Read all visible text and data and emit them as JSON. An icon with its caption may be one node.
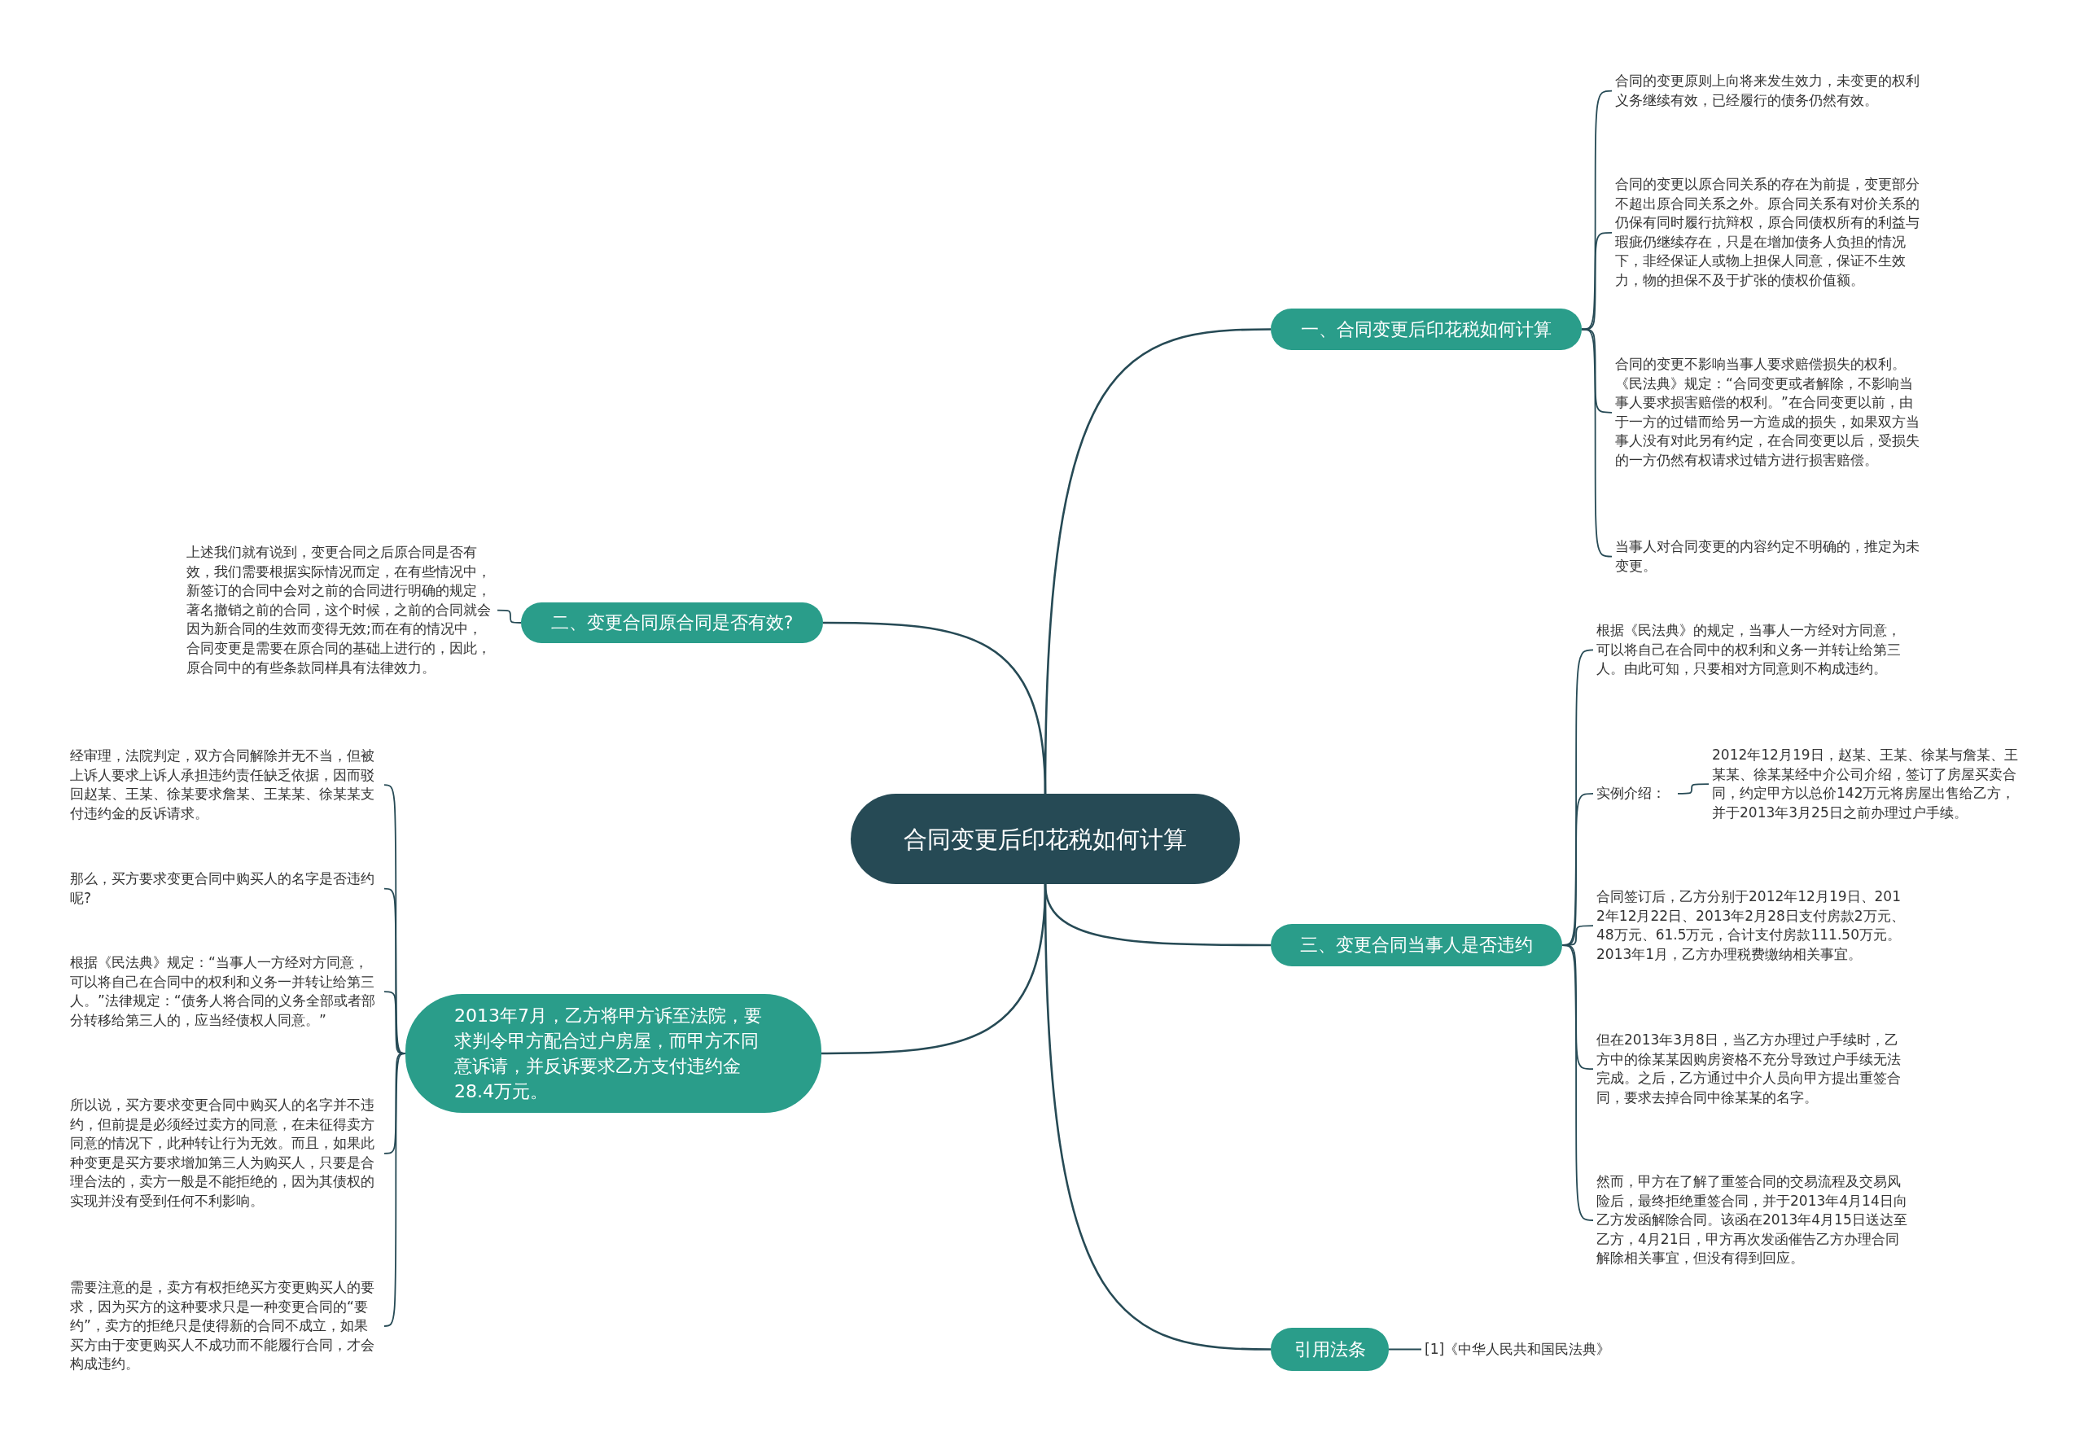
{
  "diagram": {
    "nodes": [
      {
        "text": [
          "合同变更后印花税如何计算"
        ]
      },
      {
        "text": [
          "一、合同变更后印花税如何计算"
        ]
      },
      {
        "text": [
          "合同的变更原则上向将来发生效力，未变更的权利义务继续有效，已经履行的债务仍然有效。"
        ]
      },
      {
        "text": [
          "合同的变更以原合同关系的存在为前提，变更部分不超出原合同关系之外。原合同关系有对价关系的仍保有同时履行抗辩权，原合同债权所有的利益与瑕疵仍继续存在，只是在增加债务人负担的情况下，非经保证人或物上担保人同意，保证不生效力，物的担保不及于扩张的债权价值额。"
        ]
      },
      {
        "text": [
          "合同的变更不影响当事人要求赔偿损失的权利。《民法典》规定：“合同变更或者解除，不影响当事人要求损害赔偿的权利。”在合同变更以前，由于一方的过错而给另一方造成的损失，如果双方当事人没有对此另有约定，在合同变更以后，受损失的一方仍然有权请求过错方进行损害赔偿。"
        ]
      },
      {
        "text": [
          "当事人对合同变更的内容约定不明确的，推定为未变更。"
        ]
      },
      {
        "text": [
          "二、变更合同原合同是否有效?"
        ]
      },
      {
        "text": [
          "上述我们就有说到，变更合同之后原合同是否有效，我们需要根据实际情况而定，在有些情况中，新签订的合同中会对之前的合同进行明确的规定，著名撤销之前的合同，这个时候，之前的合同就会因为新合同的生效而变得无效;而在有的情况中，合同变更是需要在原合同的基础上进行的，因此，原合同中的有些条款同样具有法律效力。"
        ]
      },
      {
        "text": [
          "三、变更合同当事人是否违约"
        ]
      },
      {
        "text": [
          "根据《民法典》的规定，当事人一方经对方同意，可以将自己在合同中的权利和义务一并转让给第三人。由此可知，只要相对方同意则不构成违约。"
        ]
      },
      {
        "text": [
          "实例介绍："
        ]
      },
      {
        "text": [
          "2012年12月19日，赵某、王某、徐某与詹某、王某某、徐某某经中介公司介绍，签订了房屋买卖合同，约定甲方以总价142万元将房屋出售给乙方，并于2013年3月25日之前办理过户手续。"
        ]
      },
      {
        "text": [
          "合同签订后，乙方分别于2012年12月19日、2012年12月22日、2013年2月28日支付房款2万元、48万元、61.5万元，合计支付房款111.50万元。2013年1月，乙方办理税费缴纳相关事宜。"
        ]
      },
      {
        "text": [
          "但在2013年3月8日，当乙方办理过户手续时，乙方中的徐某某因购房资格不充分导致过户手续无法完成。之后，乙方通过中介人员向甲方提出重签合同，要求去掉合同中徐某某的名字。"
        ]
      },
      {
        "text": [
          "然而，甲方在了解了重签合同的交易流程及交易风险后，最终拒绝重签合同，并于2013年4月14日向乙方发函解除合同。该函在2013年4月15日送达至乙方，4月21日，甲方再次发函催告乙方办理合同解除相关事宜，但没有得到回应。"
        ]
      },
      {
        "text": [
          "引用法条"
        ]
      },
      {
        "text": [
          "[1]《中华人民共和国民法典》"
        ]
      },
      {
        "text": [
          "2013年7月，乙方将甲方诉至法院，要求判令甲方配合过户房屋，而甲方不同意诉请，并反诉要求乙方支付违约金28.4万元。"
        ]
      },
      {
        "text": [
          "经审理，法院判定，双方合同解除并无不当，但被上诉人要求上诉人承担违约责任缺乏依据，因而驳回赵某、王某、徐某要求詹某、王某某、徐某某支付违约金的反诉请求。"
        ]
      },
      {
        "text": [
          "那么，买方要求变更合同中购买人的名字是否违约呢?"
        ]
      },
      {
        "text": [
          "根据《民法典》规定：“当事人一方经对方同意，可以将自己在合同中的权利和义务一并转让给第三人。”法律规定：“债务人将合同的义务全部或者部分转移给第三人的，应当经债权人同意。”"
        ]
      },
      {
        "text": [
          "所以说，买方要求变更合同中购买人的名字并不违约，但前提是必须经过卖方的同意，在未征得卖方同意的情况下，此种转让行为无效。而且，如果此种变更是买方要求增加第三人为购买人，只要是合理合法的，卖方一般是不能拒绝的，因为其债权的实现并没有受到任何不利影响。"
        ]
      },
      {
        "text": [
          "需要注意的是，卖方有权拒绝买方变更购买人的要求，因为买方的这种要求只是一种变更合同的“要约”，卖方的拒绝只是使得新的合同不成立，如果买方由于变更购买人不成功而不能履行合同，才会构成违约。"
        ]
      }
    ],
    "edges": [
      {
        "from": 0,
        "to": 1,
        "arrow": "none"
      },
      {
        "from": 1,
        "to": 2,
        "arrow": "none"
      },
      {
        "from": 1,
        "to": 3,
        "arrow": "none"
      },
      {
        "from": 1,
        "to": 4,
        "arrow": "none"
      },
      {
        "from": 1,
        "to": 5,
        "arrow": "none"
      },
      {
        "from": 0,
        "to": 6,
        "arrow": "none"
      },
      {
        "from": 6,
        "to": 7,
        "arrow": "none"
      },
      {
        "from": 0,
        "to": 8,
        "arrow": "none"
      },
      {
        "from": 8,
        "to": 9,
        "arrow": "none"
      },
      {
        "from": 8,
        "to": 10,
        "arrow": "none"
      },
      {
        "from": 10,
        "to": 11,
        "arrow": "none"
      },
      {
        "from": 8,
        "to": 12,
        "arrow": "none"
      },
      {
        "from": 8,
        "to": 13,
        "arrow": "none"
      },
      {
        "from": 8,
        "to": 14,
        "arrow": "none"
      },
      {
        "from": 0,
        "to": 15,
        "arrow": "none"
      },
      {
        "from": 15,
        "to": 16,
        "arrow": "none"
      },
      {
        "from": 0,
        "to": 17,
        "arrow": "none"
      },
      {
        "from": 17,
        "to": 18,
        "arrow": "none"
      },
      {
        "from": 17,
        "to": 19,
        "arrow": "none"
      },
      {
        "from": 17,
        "to": 20,
        "arrow": "none"
      },
      {
        "from": 17,
        "to": 21,
        "arrow": "none"
      },
      {
        "from": 17,
        "to": 22,
        "arrow": "none"
      }
    ]
  }
}
